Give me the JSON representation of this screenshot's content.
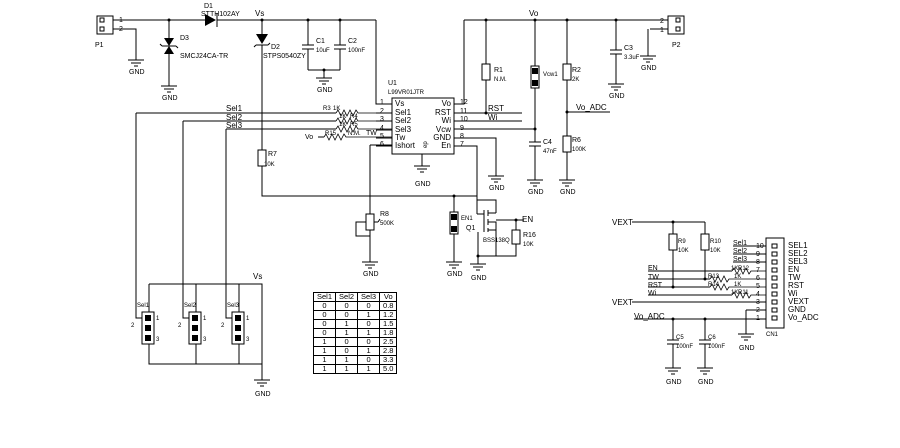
{
  "connectors": {
    "p1": {
      "ref": "P1",
      "pins": [
        "1",
        "2"
      ]
    },
    "p2": {
      "ref": "P2",
      "pins": [
        "2",
        "1"
      ]
    },
    "cn1": {
      "ref": "CN1",
      "pins": [
        "10",
        "9",
        "8",
        "7",
        "6",
        "5",
        "4",
        "3",
        "2",
        "1"
      ],
      "signals": [
        "SEL1",
        "SEL2",
        "SEL3",
        "EN",
        "TW",
        "RST",
        "Wi",
        "VEXT",
        "GND",
        "Vo_ADC"
      ]
    }
  },
  "diodes": {
    "d1": {
      "ref": "D1",
      "part": "STTH102AY"
    },
    "d2": {
      "ref": "D2",
      "part": "STPS0540ZY"
    },
    "d3": {
      "ref": "D3",
      "part": "SMCJ24CA-TR"
    }
  },
  "capacitors": {
    "c1": {
      "ref": "C1",
      "value": "10uF"
    },
    "c2": {
      "ref": "C2",
      "value": "100nF"
    },
    "c3": {
      "ref": "C3",
      "value": "3.3uF"
    },
    "c4": {
      "ref": "C4",
      "value": "47nF"
    },
    "c5": {
      "ref": "C5",
      "value": "100nF"
    },
    "c6": {
      "ref": "C6",
      "value": "100nF"
    }
  },
  "resistors": {
    "r1": {
      "ref": "R1",
      "value": "N.M."
    },
    "r2": {
      "ref": "R2",
      "value": "2K"
    },
    "r6": {
      "ref": "R6",
      "value": "100K"
    },
    "r7": {
      "ref": "R7",
      "value": "10K"
    },
    "r8": {
      "ref": "R8",
      "value": "500K"
    },
    "r9": {
      "ref": "R9",
      "value": "10K"
    },
    "r10": {
      "ref": "R10",
      "value": "10K"
    },
    "r11": {
      "ref": "R11",
      "value": "1K"
    },
    "r12": {
      "ref": "R12",
      "value": "1K"
    },
    "r13": {
      "ref": "R13",
      "value": "1K"
    },
    "r14": {
      "ref": "R14",
      "value": "1K"
    },
    "r15": {
      "ref": "R15",
      "value": "N.M."
    },
    "r16": {
      "ref": "R16",
      "value": "10K"
    },
    "r3": {
      "ref": "R3",
      "value": "1K"
    },
    "r4": {
      "ref": "R4",
      "value": "1K"
    },
    "r5": {
      "ref": "R5",
      "value": "1K"
    }
  },
  "ic": {
    "ref": "U1",
    "part": "L99VR01JTR",
    "left_pins": [
      {
        "num": "1",
        "name": "Vs"
      },
      {
        "num": "2",
        "name": "Sel1"
      },
      {
        "num": "3",
        "name": "Sel2"
      },
      {
        "num": "4",
        "name": "Sel3"
      },
      {
        "num": "5",
        "name": "Tw"
      },
      {
        "num": "6",
        "name": "Ishort"
      }
    ],
    "right_pins": [
      {
        "num": "12",
        "name": "Vo"
      },
      {
        "num": "11",
        "name": "RST"
      },
      {
        "num": "10",
        "name": "Wi"
      },
      {
        "num": "9",
        "name": "Vcw"
      },
      {
        "num": "8",
        "name": "GND"
      },
      {
        "num": "7",
        "name": "En"
      }
    ],
    "ep": "ep"
  },
  "transistor": {
    "ref": "Q1",
    "part": "BSS138Q"
  },
  "jumpers": {
    "vcw1": "Vcw1",
    "en1": "EN1",
    "sel1": "Sel1",
    "sel2": "Sel2",
    "sel3": "Sel3",
    "pins": {
      "p1": "1",
      "p2": "2",
      "p3": "3"
    }
  },
  "nets": {
    "vo": "Vo",
    "vs": "Vs",
    "gnd": "GND",
    "rst": "RST",
    "wi": "Wi",
    "en": "EN",
    "tw": "TW",
    "vo_adc": "Vo_ADC",
    "vext": "VEXT",
    "sel1": "Sel1",
    "sel2": "Sel2",
    "sel3": "Sel3"
  },
  "wire_pin_nums": [
    "1",
    "2",
    "3",
    "4",
    "5",
    "6",
    "12",
    "11",
    "10",
    "9",
    "8",
    "7"
  ],
  "vo_table": {
    "headers": [
      "Sel1",
      "Sel2",
      "Sel3",
      "Vo"
    ],
    "rows": [
      [
        "0",
        "0",
        "0",
        "0.8"
      ],
      [
        "0",
        "0",
        "1",
        "1.2"
      ],
      [
        "0",
        "1",
        "0",
        "1.5"
      ],
      [
        "0",
        "1",
        "1",
        "1.8"
      ],
      [
        "1",
        "0",
        "0",
        "2.5"
      ],
      [
        "1",
        "0",
        "1",
        "2.8"
      ],
      [
        "1",
        "1",
        "0",
        "3.3"
      ],
      [
        "1",
        "1",
        "1",
        "5.0"
      ]
    ]
  }
}
